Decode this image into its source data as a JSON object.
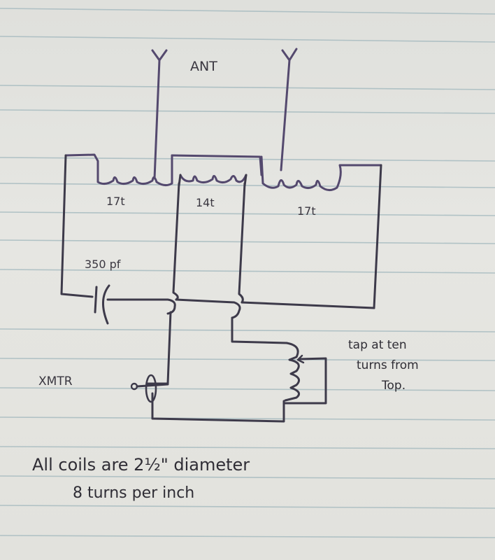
{
  "diagram": {
    "type": "antenna tuner schematic (hand-drawn)",
    "antenna_label": "ANT",
    "coil_labels": [
      "17t",
      "14t",
      "17t"
    ],
    "capacitor_label": "350 pf",
    "transmitter_label": "XMTR",
    "tap_note": [
      "tap at ten",
      "turns from",
      "Top."
    ],
    "footer_notes": [
      "All coils are 2½\" diameter",
      "8 turns per inch"
    ]
  },
  "colors": {
    "paper": "#e2e2dd",
    "rule_lines": "#9fb6bc",
    "ink": "#3d3a4a"
  }
}
